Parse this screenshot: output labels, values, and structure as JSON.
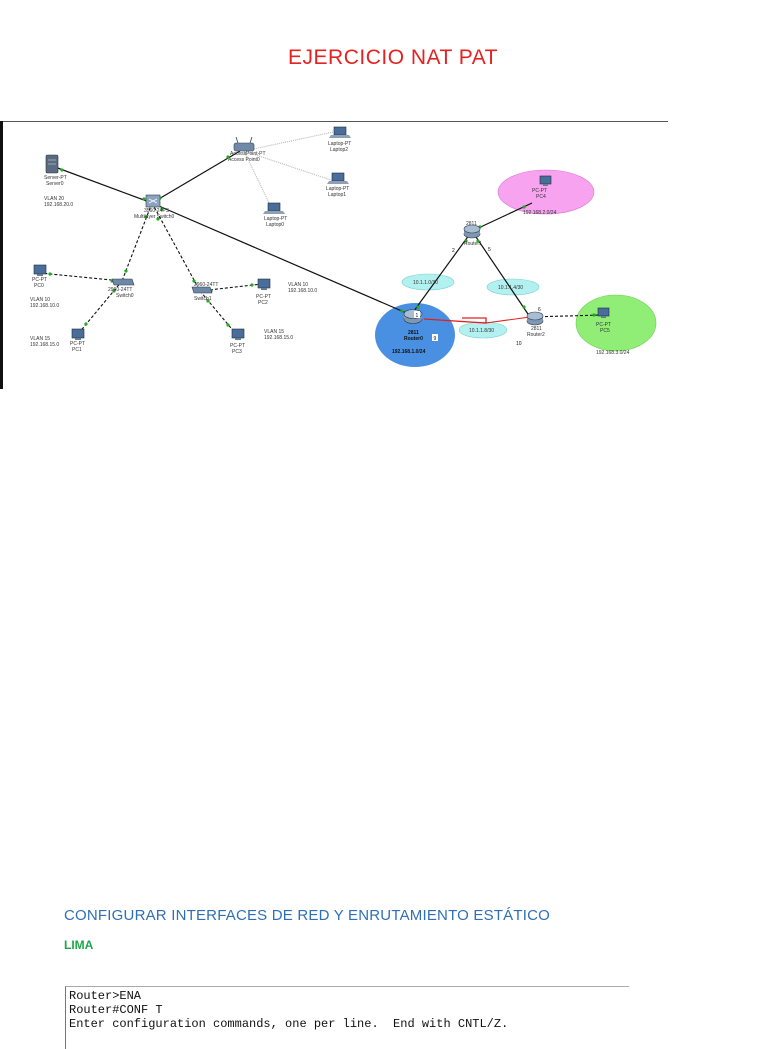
{
  "document": {
    "title": "EJERCICIO NAT PAT",
    "section_title": "CONFIGURAR INTERFACES DE RED Y ENRUTAMIENTO ESTÁTICO",
    "subsection": "LIMA",
    "console_lines": [
      "Router>ENA",
      "Router#CONF T",
      "Enter configuration commands, one per line.  End with CNTL/Z."
    ]
  },
  "topology": {
    "devices": {
      "server0": {
        "type": "Server-PT",
        "name": "Server0"
      },
      "access_point0": {
        "type": "AccessPoint-PT",
        "name": "Access Point0"
      },
      "laptop2": {
        "type": "Laptop-PT",
        "name": "Laptop2"
      },
      "laptop1": {
        "type": "Laptop-PT",
        "name": "Laptop1"
      },
      "laptop0": {
        "type": "Laptop-PT",
        "name": "Laptop0"
      },
      "multilayer_switch0": {
        "type": "3560-24PS",
        "name": "Multilayer Switch0"
      },
      "switch0": {
        "type": "2960-24TT",
        "name": "Switch0"
      },
      "switch1": {
        "type": "2960-24TT",
        "name": "Switch1"
      },
      "pc0": {
        "type": "PC-PT",
        "name": "PC0"
      },
      "pc1": {
        "type": "PC-PT",
        "name": "PC1"
      },
      "pc2": {
        "type": "PC-PT",
        "name": "PC2"
      },
      "pc3": {
        "type": "PC-PT",
        "name": "PC3"
      },
      "pc4": {
        "type": "PC-PT",
        "name": "PC4"
      },
      "pc5": {
        "type": "PC-PT",
        "name": "PC5"
      },
      "router0": {
        "type": "2811",
        "name": "Router0"
      },
      "router1": {
        "type": "2811",
        "name": "Router1"
      },
      "router2": {
        "type": "2811",
        "name": "Router2"
      }
    },
    "vlans": {
      "vlan20": {
        "name": "VLAN 20",
        "net": "192.168.20.0"
      },
      "vlan10_left": {
        "name": "VLAN 10",
        "net": "192.168.10.0"
      },
      "vlan15_left": {
        "name": "VLAN 15",
        "net": "192.168.15.0"
      },
      "vlan10_right": {
        "name": "VLAN 10",
        "net": "192.168.10.0"
      },
      "vlan15_right": {
        "name": "VLAN 15",
        "net": "192.168.15.0"
      }
    },
    "networks": {
      "lan_router0": "192.168.1.0/24",
      "lan_pc4": "192.168.2.0/24",
      "lan_pc5": "192.168.3.0/24",
      "link_r0_r1": "10.1.1.0/30",
      "link_r1_r2": "10.1.1.4/30",
      "link_r0_r2": "10.1.1.8/30"
    },
    "interface_numbers": {
      "r0_up": "1",
      "r0_right": "9",
      "r1_left": "2",
      "r1_right": "5",
      "r2_up": "6",
      "r2_down": "10"
    },
    "colors": {
      "router0_lan": "#4a90e2",
      "pc4_lan": "#f7a3f0",
      "pc5_lan": "#90ee76",
      "link_ellipse": "#b3f0f0",
      "serial_link": "#e02020",
      "link_ok": "#22aa22"
    }
  }
}
